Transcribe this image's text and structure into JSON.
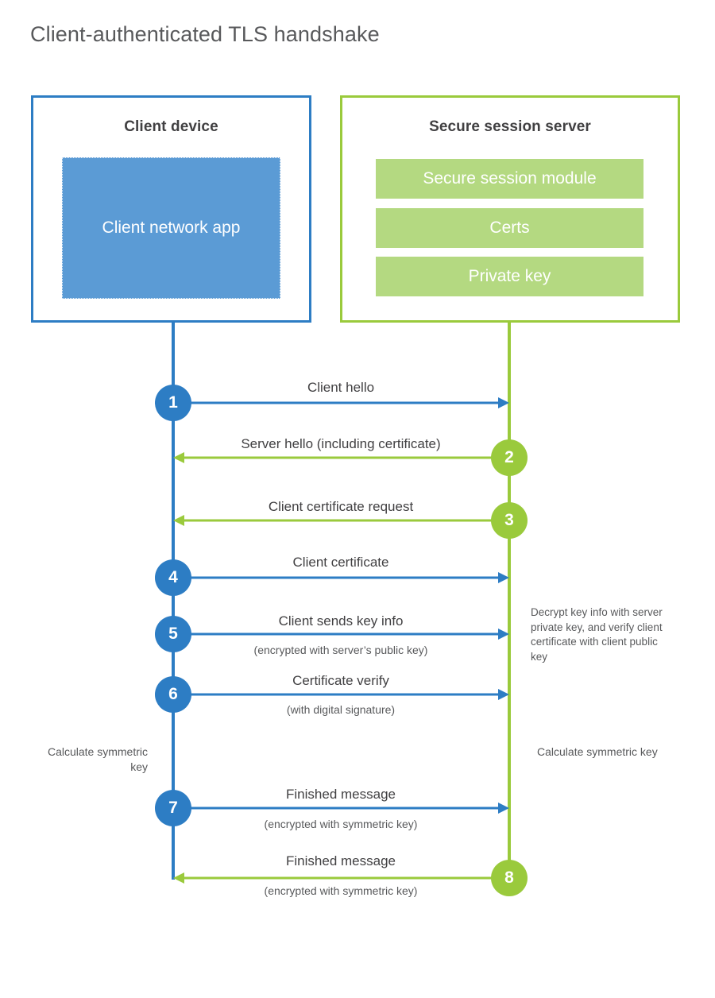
{
  "title": "Client-authenticated TLS handshake",
  "colors": {
    "client_blue": "#2d7dc4",
    "client_app_fill": "#5b9bd5",
    "server_green": "#9aca3c",
    "server_bar_fill": "#b4d981",
    "text_dark": "#414042",
    "text_muted": "#58595b",
    "background": "#ffffff"
  },
  "client": {
    "title": "Client device",
    "app_label": "Client network app"
  },
  "server": {
    "title": "Secure session server",
    "components": [
      {
        "label": "Secure session module"
      },
      {
        "label": "Certs"
      },
      {
        "label": "Private key"
      }
    ]
  },
  "steps": [
    {
      "number": "1",
      "label": "Client hello",
      "sublabel": "",
      "direction": "client-to-server",
      "actor": "client"
    },
    {
      "number": "2",
      "label": "Server hello (including certificate)",
      "sublabel": "",
      "direction": "server-to-client",
      "actor": "server"
    },
    {
      "number": "3",
      "label": "Client certificate request",
      "sublabel": "",
      "direction": "server-to-client",
      "actor": "server"
    },
    {
      "number": "4",
      "label": "Client certificate",
      "sublabel": "",
      "direction": "client-to-server",
      "actor": "client"
    },
    {
      "number": "5",
      "label": "Client sends key info",
      "sublabel": "(encrypted with server’s public key)",
      "direction": "client-to-server",
      "actor": "client"
    },
    {
      "number": "6",
      "label": "Certificate verify",
      "sublabel": "(with digital signature)",
      "direction": "client-to-server",
      "actor": "client"
    },
    {
      "number": "7",
      "label": "Finished message",
      "sublabel": "(encrypted with symmetric key)",
      "direction": "client-to-server",
      "actor": "client"
    },
    {
      "number": "8",
      "label": "Finished message",
      "sublabel": "(encrypted with symmetric key)",
      "direction": "server-to-client",
      "actor": "server"
    }
  ],
  "notes": {
    "server_decrypt": "Decrypt key info with server private key, and verify client certificate with client public key",
    "client_calculate": "Calculate symmetric key",
    "server_calculate": "Calculate symmetric key"
  }
}
